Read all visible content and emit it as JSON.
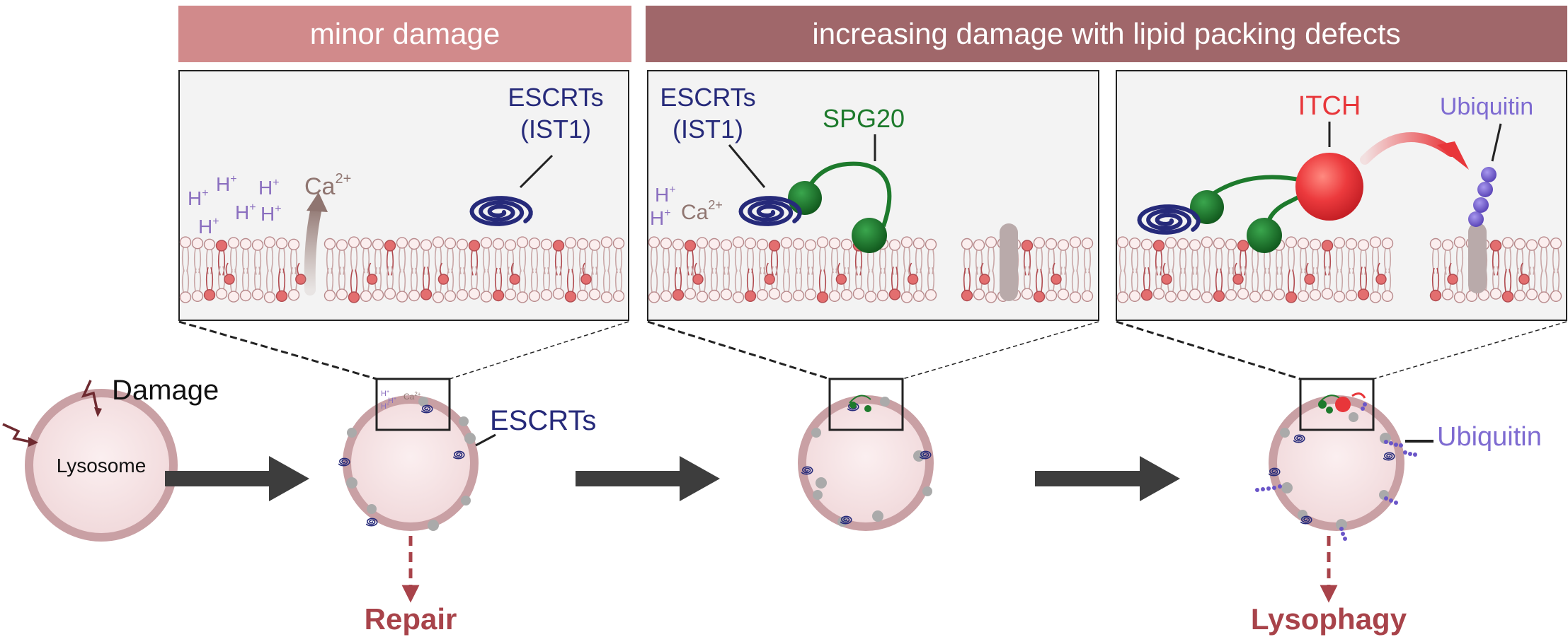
{
  "headers": {
    "minor": "minor damage",
    "increasing": "increasing damage with lipid packing defects"
  },
  "panel1": {
    "escrts_line1": "ESCRTs",
    "escrts_line2": "(IST1)",
    "ion_h": "H",
    "ion_h_sup": "+",
    "ion_ca": "Ca",
    "ion_ca_sup": "2+"
  },
  "panel2": {
    "escrts_line1": "ESCRTs",
    "escrts_line2": "(IST1)",
    "spg20": "SPG20",
    "ion_h": "H",
    "ion_h_sup": "+",
    "ion_ca": "Ca",
    "ion_ca_sup": "2+"
  },
  "panel3": {
    "itch": "ITCH",
    "ubiquitin": "Ubiquitin"
  },
  "bottom": {
    "damage": "Damage",
    "lysosome": "Lysosome",
    "escrts": "ESCRTs",
    "ubiquitin": "Ubiquitin",
    "repair": "Repair",
    "lysophagy": "Lysophagy",
    "mini_h": "H",
    "mini_h_sup": "+",
    "mini_ca": "Ca",
    "mini_ca_sup": "2+"
  },
  "colors": {
    "minor_header": "#d18a8b",
    "increasing_header": "#a0676a",
    "escrt_navy": "#262a7a",
    "spg20_green": "#1d7a2c",
    "itch_red": "#e8363a",
    "ubiquitin_purple": "#7e6bd1",
    "outcome_red": "#a8434a"
  }
}
